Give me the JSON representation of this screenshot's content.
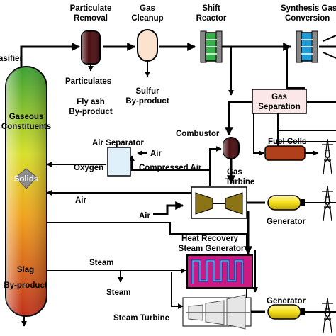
{
  "labels": {
    "particulate_removal": [
      "Particulate",
      "Removal"
    ],
    "gas_cleanup": [
      "Gas",
      "Cleanup"
    ],
    "shift_reactor": [
      "Shift",
      "Reactor"
    ],
    "synthesis_gas_conversion": [
      "Synthesis Gas",
      "Conversion"
    ],
    "gasifier": "asifier",
    "particulates": "Particulates",
    "fly_ash": [
      "Fly ash",
      "By-product"
    ],
    "sulfur": [
      "Sulfur",
      "By-product"
    ],
    "gas_separation": [
      "Gas",
      "Separation"
    ],
    "gaseous_constituents": [
      "Gaseous",
      "Constituents"
    ],
    "solids": "Solids",
    "combustor": "Combustor",
    "fuel_cells": "Fuel Cells",
    "air_separator": "Air Separator",
    "air_in": "Air",
    "oxygen": "Oxygen",
    "compressed_air": "Compressed Air",
    "gas_turbine": [
      "Gas",
      "Turbine"
    ],
    "air_to_gasifier": "Air",
    "generator_top": "Generator",
    "air_compressor": "Air",
    "hrsg": [
      "Heat Recovery",
      "Steam Generator"
    ],
    "steam_left": "Steam",
    "steam_out": "Steam",
    "slag": [
      "Slag",
      "By-product"
    ],
    "generator_bottom": "Generator",
    "steam_turbine": "Steam Turbine"
  },
  "colors": {
    "particulate_removal": "#4a0e12",
    "gas_cleanup": "#fbe3cf",
    "shift_reactor": "#36b04a",
    "synthesis": "#1e9bd7",
    "gas_separation": "#fbe7e7",
    "combustor": "#4a0e12",
    "fuel_cells": "#b0401c",
    "air_separator": "#dff0fb",
    "turbine": "#8b7415",
    "generator": "#f5df1a",
    "hrsg_fill": "#cc1a84",
    "hrsg_coil": "#2d49a6",
    "steam_turbine": "#e6e6e6",
    "gasifier_top": "#3aa033",
    "gasifier_mid": "#e8e022",
    "gasifier_bottom": "#c0301c"
  },
  "icons": [
    "transmission-tower-icon",
    "transmission-tower-icon",
    "transmission-tower-icon"
  ]
}
